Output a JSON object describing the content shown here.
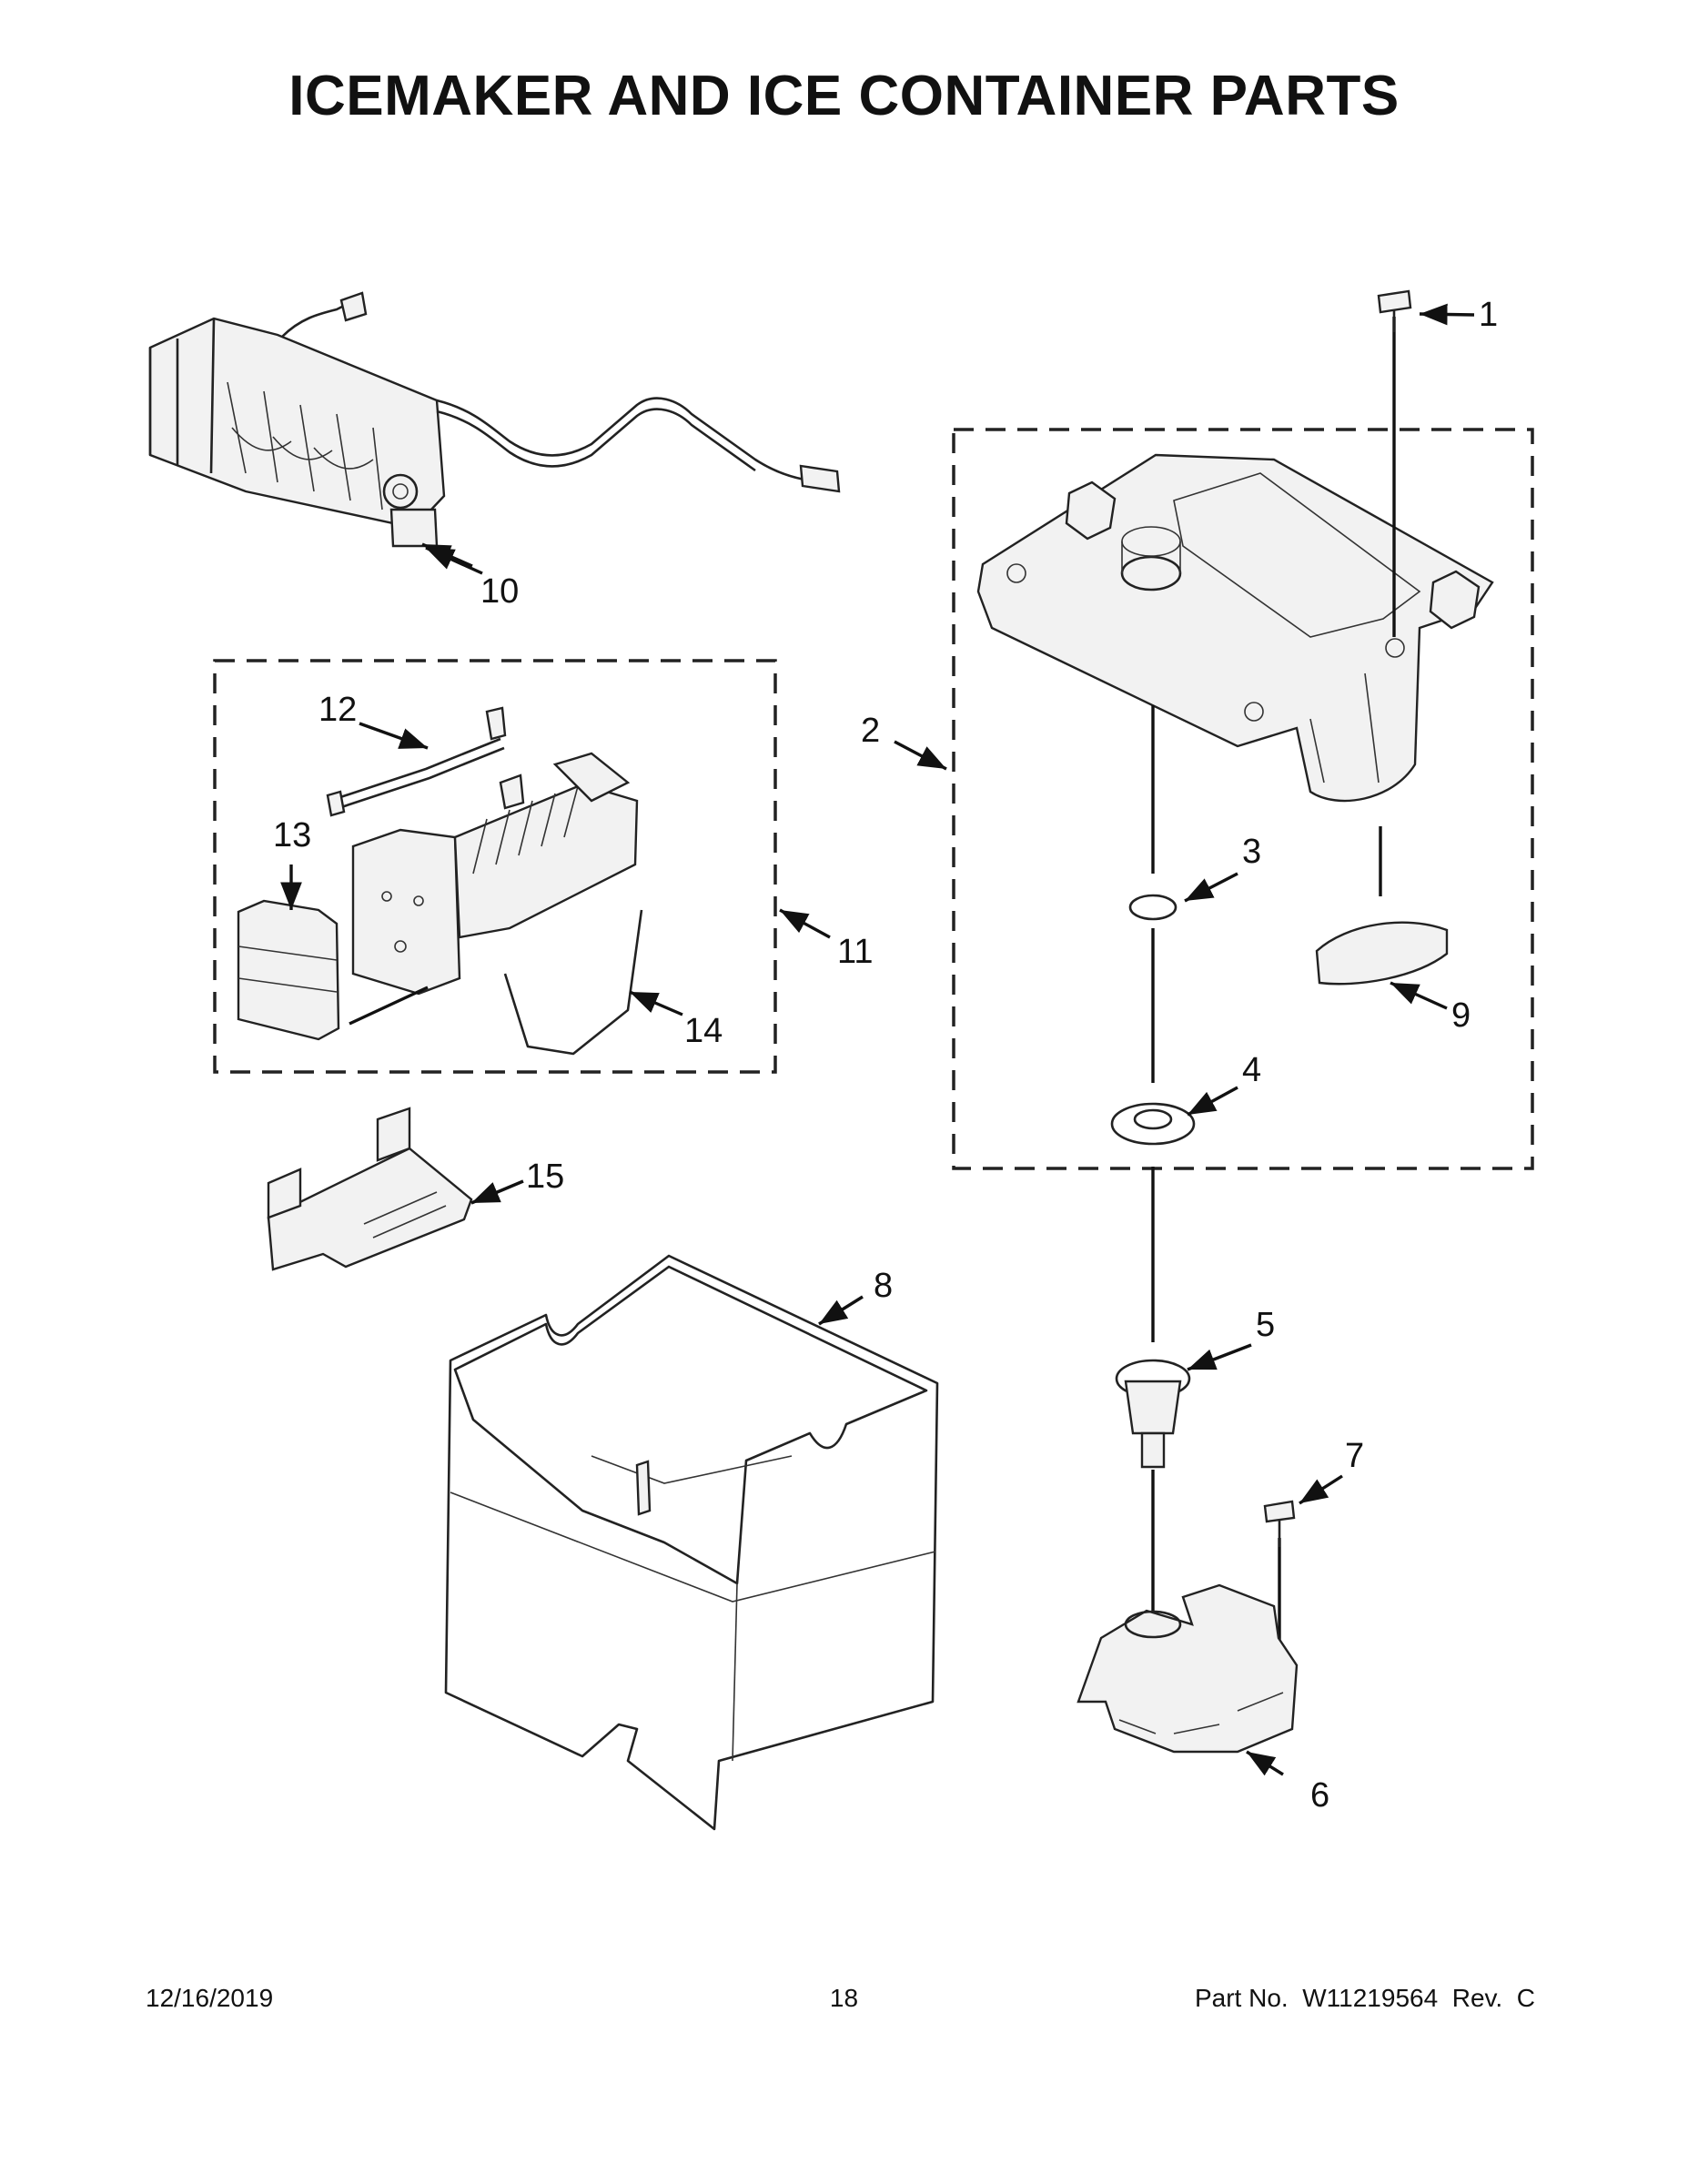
{
  "title": "ICEMAKER AND ICE CONTAINER PARTS",
  "callouts": {
    "p1": "1",
    "p2": "2",
    "p3": "3",
    "p4": "4",
    "p5": "5",
    "p6": "6",
    "p7": "7",
    "p8": "8",
    "p9": "9",
    "p10": "10",
    "p11": "11",
    "p12": "12",
    "p13": "13",
    "p14": "14",
    "p15": "15"
  },
  "footer": {
    "date": "12/16/2019",
    "page": "18",
    "part_number": "Part No.  W11219564  Rev.  C"
  }
}
